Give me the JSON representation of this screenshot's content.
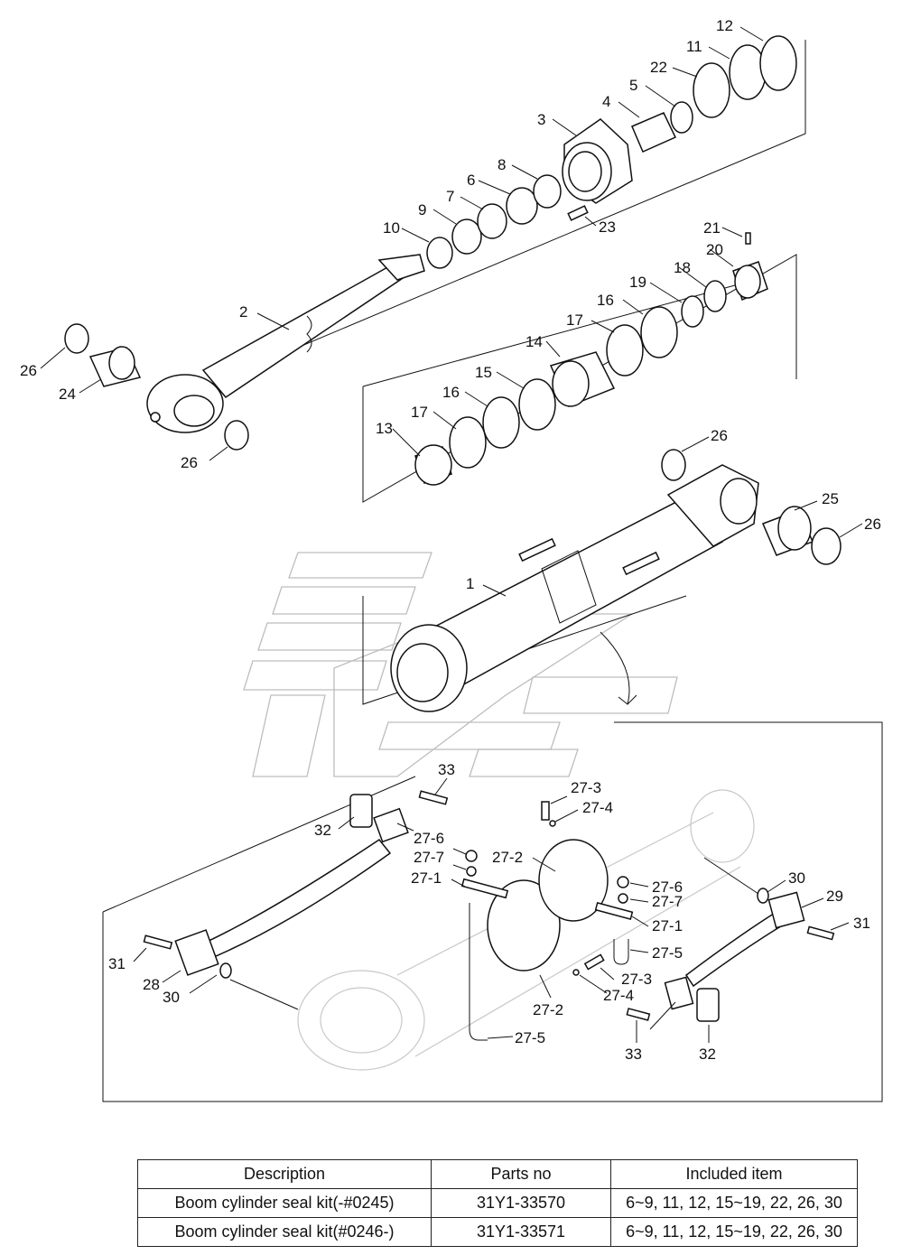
{
  "callouts": {
    "c1": "1",
    "c2": "2",
    "c3": "3",
    "c4": "4",
    "c5": "5",
    "c6": "6",
    "c7": "7",
    "c8": "8",
    "c9": "9",
    "c10": "10",
    "c11": "11",
    "c12": "12",
    "c13": "13",
    "c14": "14",
    "c15": "15",
    "c16a": "16",
    "c16b": "16",
    "c17a": "17",
    "c17b": "17",
    "c18": "18",
    "c19": "19",
    "c20": "20",
    "c21": "21",
    "c22": "22",
    "c23": "23",
    "c24": "24",
    "c25": "25",
    "c26a": "26",
    "c26b": "26",
    "c26c": "26",
    "c26d": "26",
    "c27_1a": "27-1",
    "c27_1b": "27-1",
    "c27_2a": "27-2",
    "c27_2b": "27-2",
    "c27_3a": "27-3",
    "c27_3b": "27-3",
    "c27_4a": "27-4",
    "c27_4b": "27-4",
    "c27_5a": "27-5",
    "c27_5b": "27-5",
    "c27_6a": "27-6",
    "c27_6b": "27-6",
    "c27_7a": "27-7",
    "c27_7b": "27-7",
    "c28": "28",
    "c29": "29",
    "c30a": "30",
    "c30b": "30",
    "c31a": "31",
    "c31b": "31",
    "c32a": "32",
    "c32b": "32",
    "c33a": "33",
    "c33b": "33"
  },
  "table": {
    "headers": [
      "Description",
      "Parts no",
      "Included item"
    ],
    "rows": [
      [
        "Boom cylinder seal kit(-#0245)",
        "31Y1-33570",
        "6~9, 11, 12, 15~19, 22, 26, 30"
      ],
      [
        "Boom cylinder seal kit(#0246-)",
        "31Y1-33571",
        "6~9, 11, 12, 15~19, 22, 26, 30"
      ]
    ]
  }
}
